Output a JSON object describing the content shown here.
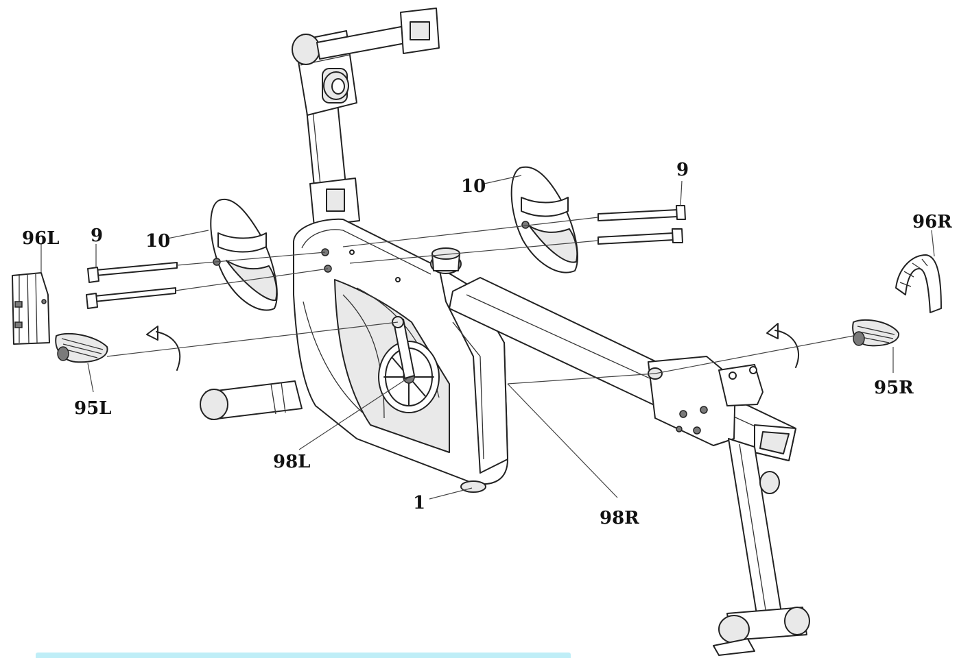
{
  "labels": {
    "l96L": "96L",
    "l9a": "9",
    "l10a": "10",
    "l10b": "10",
    "l9b": "9",
    "l96R": "96R",
    "l95L": "95L",
    "l95R": "95R",
    "l98L": "98L",
    "l1": "1",
    "l98R": "98R"
  }
}
